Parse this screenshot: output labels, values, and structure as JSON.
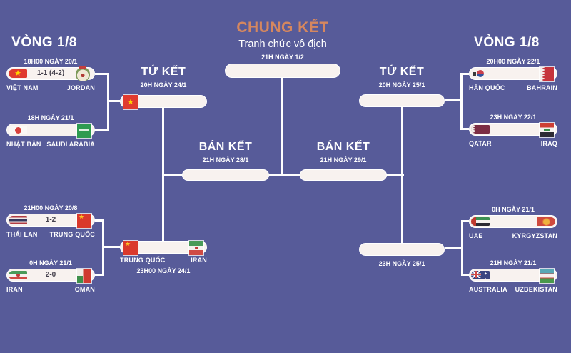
{
  "colors": {
    "background": "#575b99",
    "final_title_accent": "#d5875f",
    "box_fill": "#f8f2ef",
    "connector_line": "#ffffff",
    "score_text": "#45414d"
  },
  "headers": {
    "round16_left": "VÒNG 1/8",
    "round16_right": "VÒNG 1/8",
    "quarter_left": {
      "title": "TỨ KẾT",
      "date": "20H NGÀY 24/1"
    },
    "quarter_right": {
      "title": "TỨ KẾT",
      "date": "20H NGÀY 25/1"
    },
    "semi_left": {
      "title": "BÁN KẾT",
      "date": "21H NGÀY 28/1"
    },
    "semi_right": {
      "title": "BÁN KẾT",
      "date": "21H NGÀY 29/1"
    },
    "final": {
      "title": "CHUNG KẾT",
      "subtitle": "Tranh chức vô địch",
      "date": "21H NGÀY 1/2"
    }
  },
  "round16": {
    "left": [
      {
        "date": "18H00 NGÀY 20/1",
        "score": "1-1 (4-2)",
        "home": "VIỆT NAM",
        "away": "JORDAN",
        "home_flag": "vietnam",
        "away_flag": "jordan"
      },
      {
        "date": "18H NGÀY 21/1",
        "score": "",
        "home": "NHẬT BẢN",
        "away": "SAUDI ARABIA",
        "home_flag": "japan",
        "away_flag": "saudi"
      },
      {
        "date": "21H00 NGÀY 20/8",
        "score": "1-2",
        "home": "THÁI LAN",
        "away": "TRUNG QUỐC",
        "home_flag": "thailand",
        "away_flag": "china"
      },
      {
        "date": "0H NGÀY 21/1",
        "score": "2-0",
        "home": "IRAN",
        "away": "OMAN",
        "home_flag": "iran",
        "away_flag": "oman"
      }
    ],
    "right": [
      {
        "date": "20H00 NGÀY 22/1",
        "score": "",
        "home": "HÀN QUỐC",
        "away": "BAHRAIN",
        "home_flag": "korea",
        "away_flag": "bahrain"
      },
      {
        "date": "23H NGÀY 22/1",
        "score": "",
        "home": "QATAR",
        "away": "IRAQ",
        "home_flag": "qatar",
        "away_flag": "iraq"
      },
      {
        "date": "0H NGÀY 21/1",
        "score": "",
        "home": "UAE",
        "away": "KYRGYZSTAN",
        "home_flag": "uae",
        "away_flag": "kyrgyzstan"
      },
      {
        "date": "21H NGÀY 21/1",
        "score": "",
        "home": "AUSTRALIA",
        "away": "UZBEKISTAN",
        "home_flag": "australia",
        "away_flag": "uzbekistan"
      }
    ]
  },
  "quarterfinals": {
    "left_top": {
      "qualified_flag": "vietnam"
    },
    "left_bottom": {
      "date": "23H00 NGÀY 24/1",
      "home": "TRUNG QUỐC",
      "away": "IRAN",
      "home_flag": "china",
      "away_flag": "iran"
    }
  }
}
